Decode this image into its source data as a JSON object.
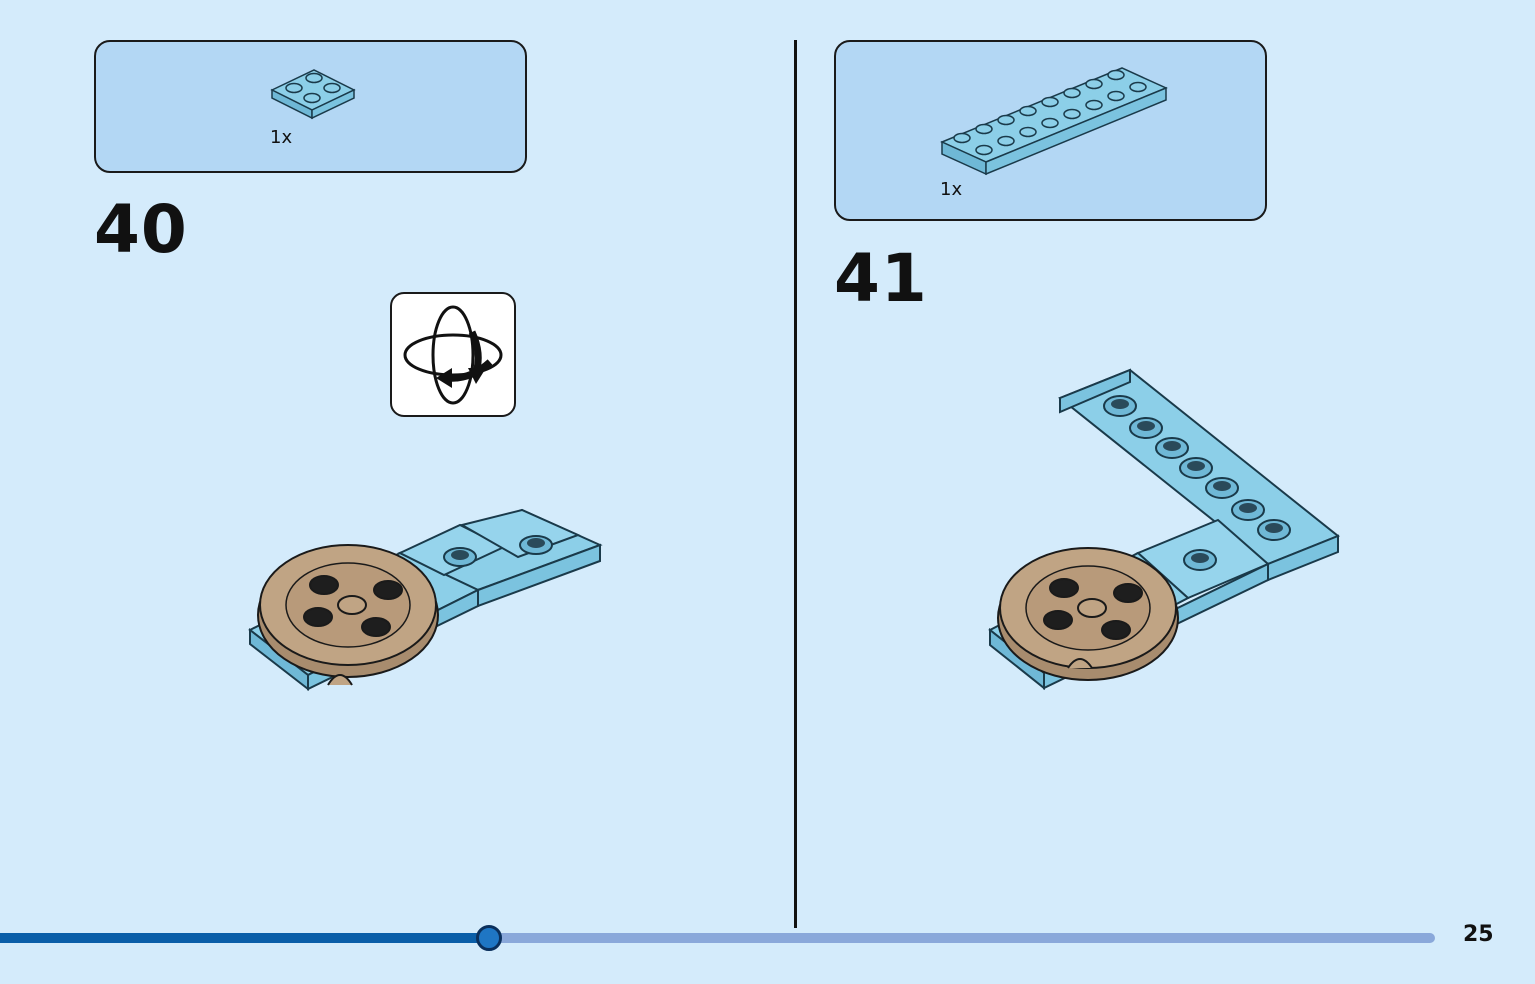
{
  "steps": [
    {
      "number": "40",
      "part_qty": "1x",
      "part_icon": "plate-2x2-icon"
    },
    {
      "number": "41",
      "part_qty": "1x",
      "part_icon": "plate-2x8-icon"
    }
  ],
  "rotate_icon": "rotate-model-icon",
  "progress": {
    "fraction": 0.34
  },
  "page_number": "25",
  "colors": {
    "background": "#d4ebfb",
    "parts_box": "#b3d7f4",
    "brick_blue": "#8ccfe8",
    "turntable_tan": "#c0a484",
    "progress_fill": "#0a5ea8",
    "progress_track": "#8aa8da"
  }
}
